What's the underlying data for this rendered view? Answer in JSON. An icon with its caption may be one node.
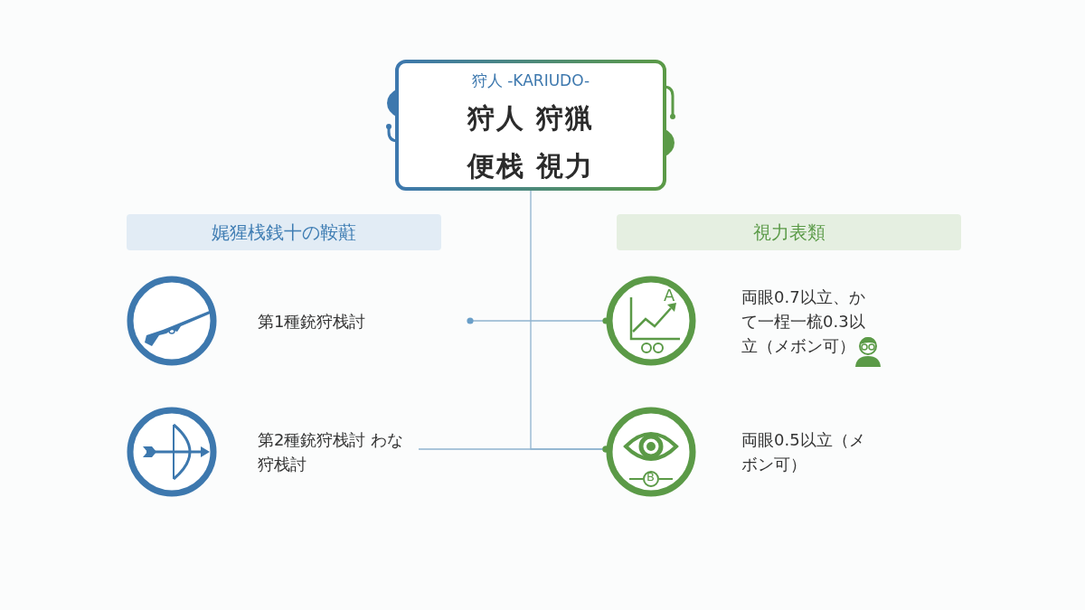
{
  "diagram": {
    "nodes": [
      {
        "text": [
          "狩人 -KARIUDO-",
          "狩人 狩猟",
          "便栈 視力"
        ]
      },
      {
        "text": [
          "娓猩桟銭十の鞍蘣"
        ]
      },
      {
        "text": [
          "視力表類"
        ]
      },
      {
        "text": [],
        "shape": "circle",
        "beside": [
          "第1種銃狩栈討"
        ]
      },
      {
        "text": [],
        "shape": "circle",
        "beside": [
          "両眼0.7以立、かて一桯一梳0.3以立（メボン可）"
        ]
      },
      {
        "text": [],
        "shape": "circle",
        "beside": [
          "第2種銃狩栈討 わな狩栈討"
        ]
      },
      {
        "text": [],
        "shape": "circle",
        "beside": [
          "両眼0.5以立（メボン可）"
        ]
      }
    ],
    "edges": [
      {
        "from": 0,
        "to": 6,
        "arrow": "other"
      },
      {
        "from": 5,
        "to": 6,
        "arrow": "other"
      },
      {
        "from": null,
        "to": 4,
        "arrow": "other"
      }
    ],
    "labels": [
      "A",
      "B"
    ]
  }
}
